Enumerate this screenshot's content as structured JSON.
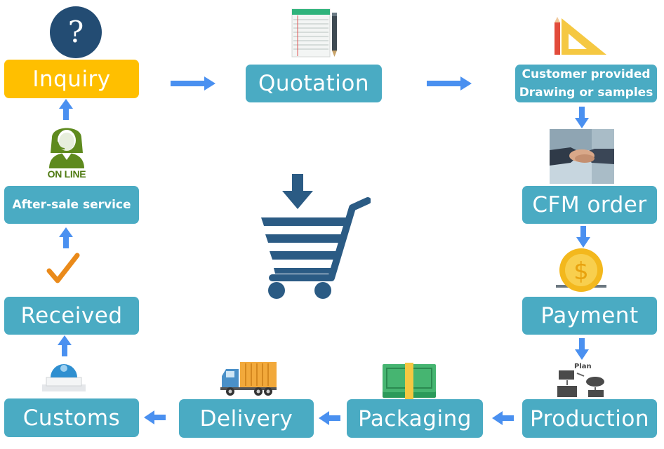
{
  "steps": {
    "inquiry": "Inquiry",
    "quotation": "Quotation",
    "customer_line1": "Customer provided",
    "customer_line2": "Drawing or samples",
    "cfm_order": "CFM order",
    "payment": "Payment",
    "production": "Production",
    "packaging": "Packaging",
    "delivery": "Delivery",
    "customs": "Customs",
    "received": "Received",
    "after_sale": "After-sale service"
  },
  "icons": {
    "question_mark": "?",
    "online_label": "ON LINE",
    "dollar_sign": "$",
    "plan_label": "Plan"
  },
  "colors": {
    "box": "#4aabc3",
    "highlight": "#ffbf00",
    "arrow": "#4a90f0",
    "cart": "#2b5b84"
  }
}
